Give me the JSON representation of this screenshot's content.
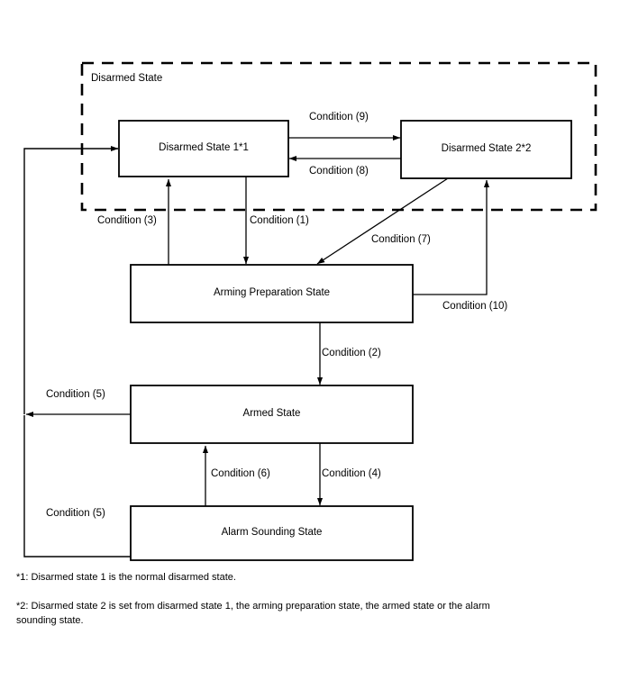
{
  "diagram": {
    "group": {
      "label": "Disarmed State"
    },
    "states": [
      {
        "id": "disarmed-state-1",
        "label": "Disarmed State 1*1"
      },
      {
        "id": "disarmed-state-2",
        "label": "Disarmed State 2*2"
      },
      {
        "id": "arming-preparation-state",
        "label": "Arming Preparation State"
      },
      {
        "id": "armed-state",
        "label": "Armed State"
      },
      {
        "id": "alarm-sounding-state",
        "label": "Alarm Sounding State"
      }
    ],
    "transitions": [
      {
        "id": "condition-1",
        "label": "Condition (1)",
        "from": "disarmed-state-1",
        "to": "arming-preparation-state"
      },
      {
        "id": "condition-2",
        "label": "Condition (2)",
        "from": "arming-preparation-state",
        "to": "armed-state"
      },
      {
        "id": "condition-3",
        "label": "Condition (3)",
        "from": "arming-preparation-state",
        "to": "disarmed-state-1"
      },
      {
        "id": "condition-4",
        "label": "Condition (4)",
        "from": "armed-state",
        "to": "alarm-sounding-state"
      },
      {
        "id": "condition-5-armed",
        "label": "Condition (5)",
        "from": "armed-state",
        "to": "disarmed-state-1"
      },
      {
        "id": "condition-5-alarm",
        "label": "Condition (5)",
        "from": "alarm-sounding-state",
        "to": "disarmed-state-1"
      },
      {
        "id": "condition-6",
        "label": "Condition (6)",
        "from": "alarm-sounding-state",
        "to": "armed-state"
      },
      {
        "id": "condition-7",
        "label": "Condition (7)",
        "from": "disarmed-state-2",
        "to": "arming-preparation-state"
      },
      {
        "id": "condition-8",
        "label": "Condition (8)",
        "from": "disarmed-state-2",
        "to": "disarmed-state-1"
      },
      {
        "id": "condition-9",
        "label": "Condition (9)",
        "from": "disarmed-state-1",
        "to": "disarmed-state-2"
      },
      {
        "id": "condition-10",
        "label": "Condition (10)",
        "from": "arming-preparation-state",
        "to": "disarmed-state-2"
      }
    ],
    "footnotes": [
      {
        "id": "footnote-1",
        "text": "*1: Disarmed state 1 is the normal disarmed state."
      },
      {
        "id": "footnote-2",
        "text": "*2: Disarmed state 2 is set from disarmed state 1, the arming preparation state, the armed state or the alarm sounding state."
      }
    ],
    "colors": {
      "line": "#000000",
      "text": "#000000",
      "background": "#ffffff"
    }
  }
}
